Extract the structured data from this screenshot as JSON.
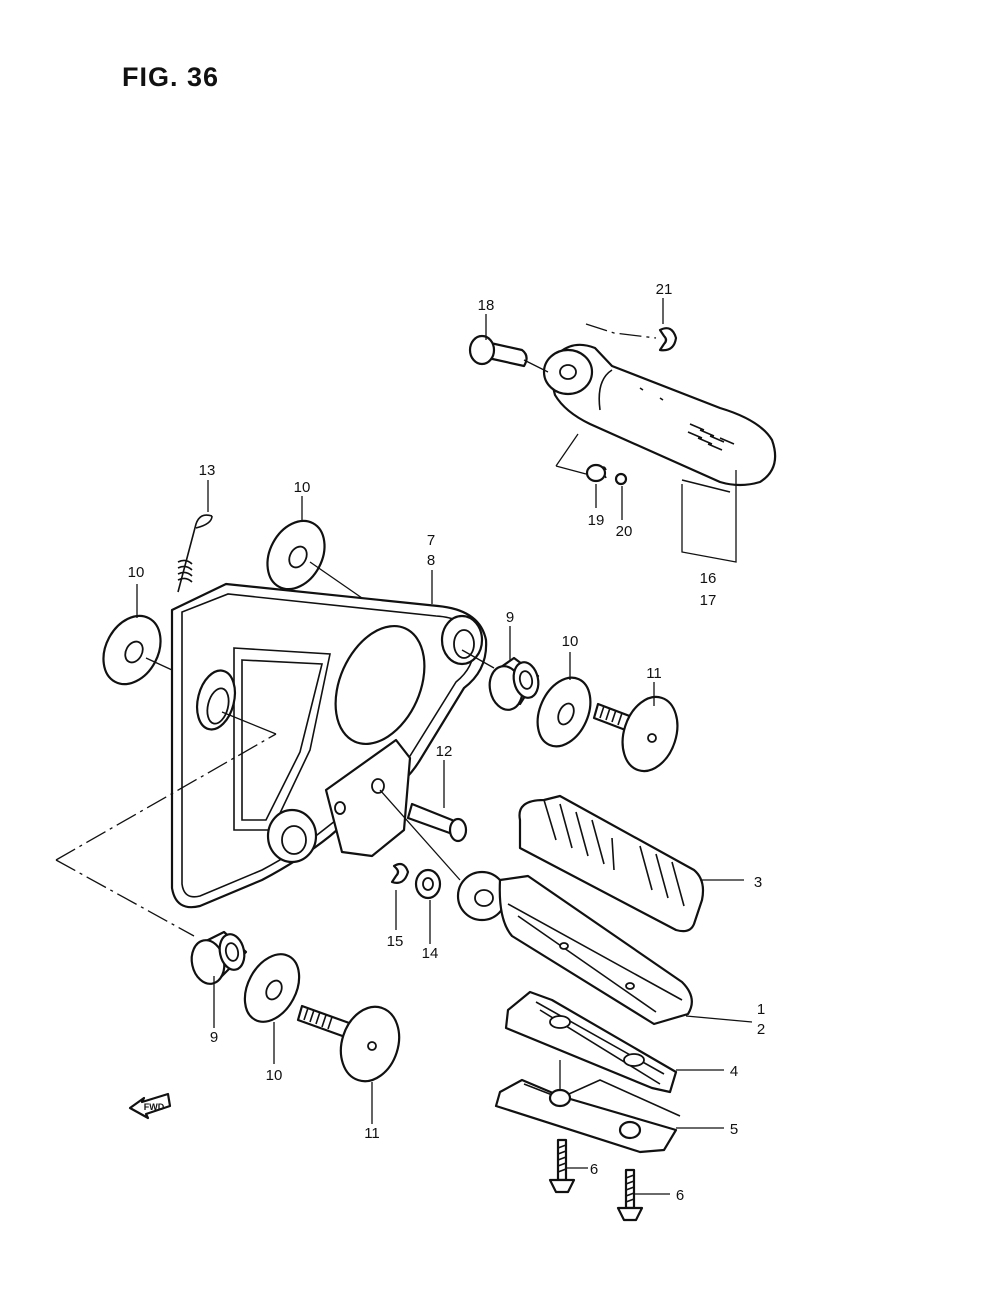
{
  "figure": {
    "title": "FIG. 36"
  },
  "fwd_badge": "FWD",
  "callouts": [
    {
      "id": "c18",
      "text": "18"
    },
    {
      "id": "c21",
      "text": "21"
    },
    {
      "id": "c19",
      "text": "19"
    },
    {
      "id": "c20",
      "text": "20"
    },
    {
      "id": "c16",
      "text": "16"
    },
    {
      "id": "c17",
      "text": "17"
    },
    {
      "id": "c13",
      "text": "13"
    },
    {
      "id": "c10a",
      "text": "10"
    },
    {
      "id": "c10b",
      "text": "10"
    },
    {
      "id": "c7",
      "text": "7"
    },
    {
      "id": "c8",
      "text": "8"
    },
    {
      "id": "c9a",
      "text": "9"
    },
    {
      "id": "c10c",
      "text": "10"
    },
    {
      "id": "c11a",
      "text": "11"
    },
    {
      "id": "c12",
      "text": "12"
    },
    {
      "id": "c3",
      "text": "3"
    },
    {
      "id": "c15",
      "text": "15"
    },
    {
      "id": "c14",
      "text": "14"
    },
    {
      "id": "c1",
      "text": "1"
    },
    {
      "id": "c2",
      "text": "2"
    },
    {
      "id": "c9b",
      "text": "9"
    },
    {
      "id": "c10d",
      "text": "10"
    },
    {
      "id": "c11b",
      "text": "11"
    },
    {
      "id": "c4",
      "text": "4"
    },
    {
      "id": "c5",
      "text": "5"
    },
    {
      "id": "c6a",
      "text": "6"
    },
    {
      "id": "c6b",
      "text": "6"
    }
  ]
}
